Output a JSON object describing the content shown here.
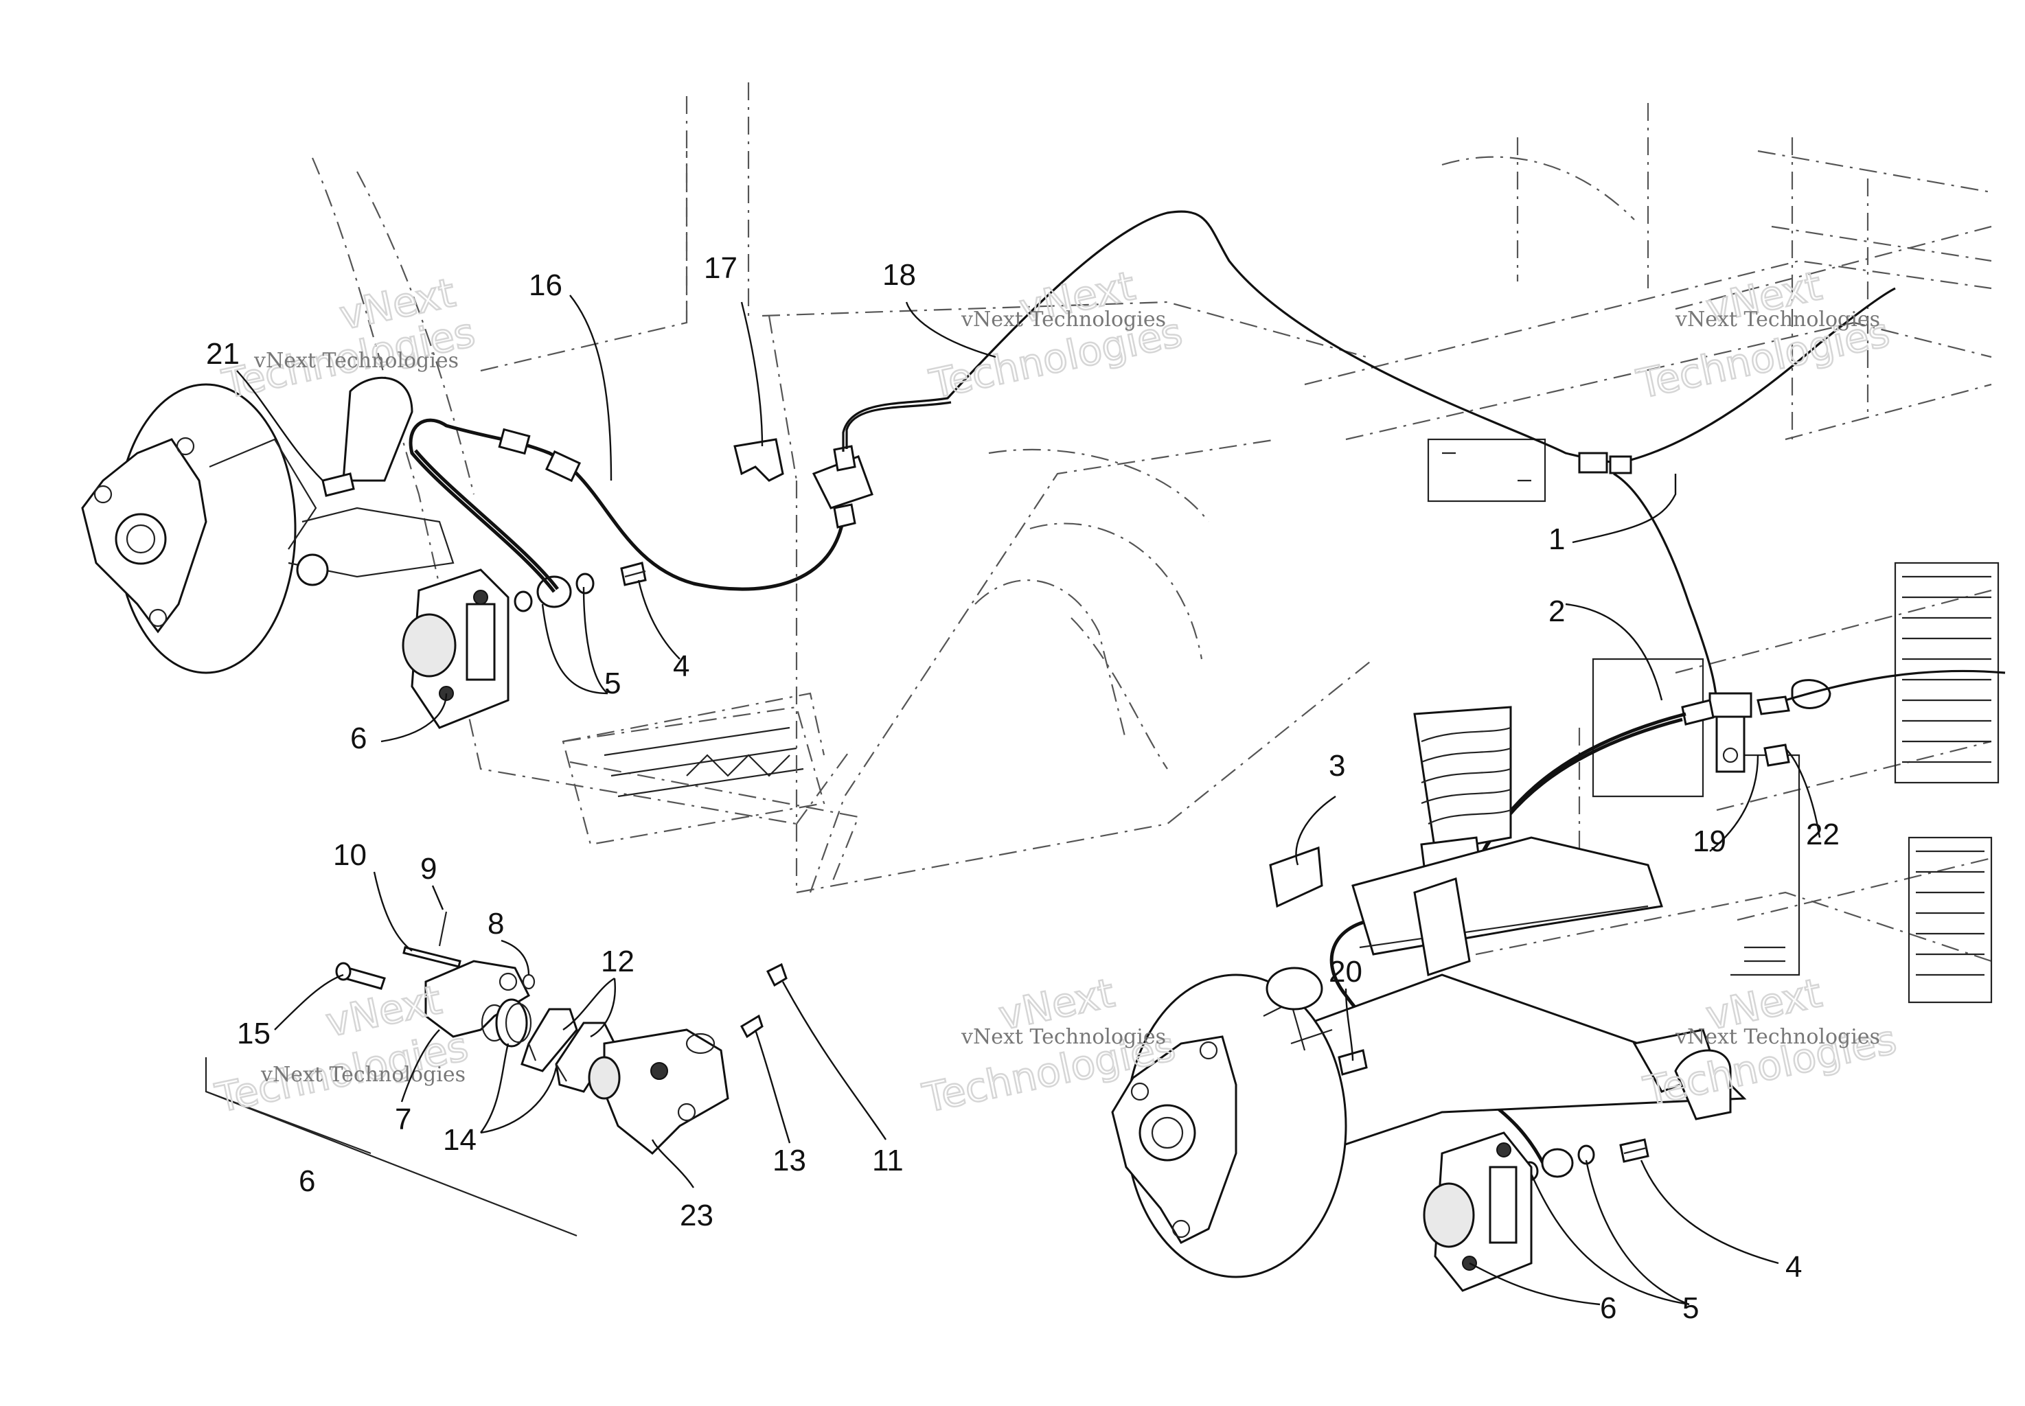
{
  "watermark": {
    "text": "vNext Technologies",
    "word1": "vNext",
    "word2": "Technologies"
  },
  "callouts": {
    "c1": "1",
    "c2": "2",
    "c3": "3",
    "c4a": "4",
    "c4b": "4",
    "c5a": "5",
    "c5b": "5",
    "c6a": "6",
    "c6b": "6",
    "c6c": "6",
    "c7": "7",
    "c8": "8",
    "c9": "9",
    "c10": "10",
    "c11": "11",
    "c12": "12",
    "c13": "13",
    "c14": "14",
    "c15": "15",
    "c16": "16",
    "c17": "17",
    "c18": "18",
    "c19": "19",
    "c20": "20",
    "c21": "21",
    "c22": "22",
    "c23": "23"
  }
}
